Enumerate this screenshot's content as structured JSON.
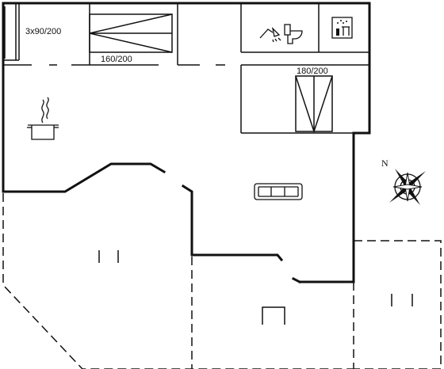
{
  "labels": {
    "bed_triple": "3x90/200",
    "bed_double_1": "160/200",
    "bed_double_2": "180/200"
  },
  "compass": {
    "north_label": "N"
  },
  "icons": [
    "kitchen-pot-icon",
    "shower-icon",
    "toilet-icon",
    "sauna-icon",
    "sofa-icon",
    "compass-icon"
  ],
  "colors": {
    "line": "#111111",
    "background": "#ffffff"
  }
}
